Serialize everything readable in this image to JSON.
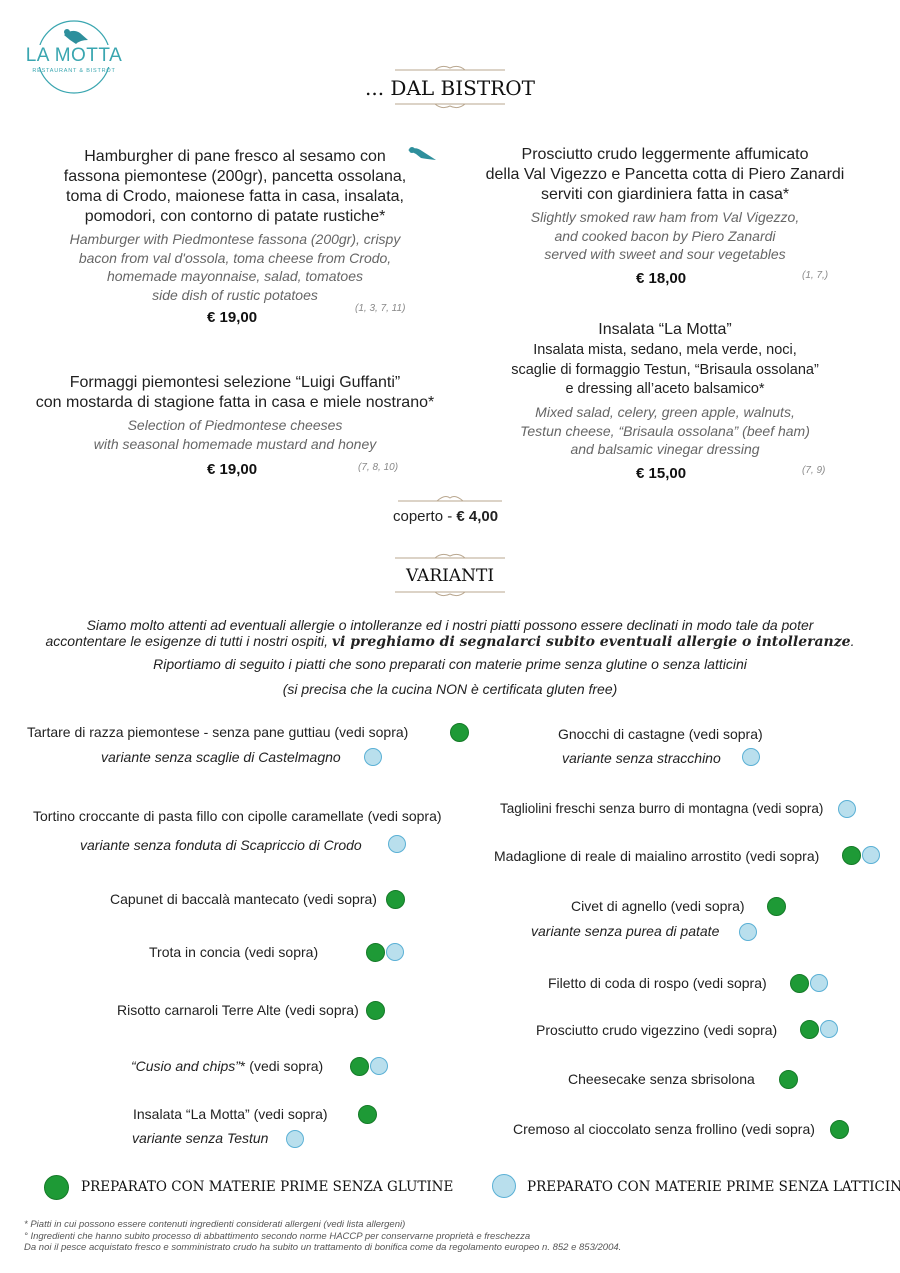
{
  "logo": {
    "name": "LA MOTTA",
    "tagline": "RESTAURANT & BISTROT",
    "color": "#3aa6b0"
  },
  "sections": {
    "bistrot": "... DAL BISTROT",
    "varianti": "VARIANTI"
  },
  "dishes": {
    "hamburger": {
      "title": [
        "Hamburgher di pane fresco al sesamo con",
        "fassona piemontese (200gr), pancetta  ossolana,",
        "toma di Crodo, maionese fatta in casa, insalata,",
        "pomodori, con contorno di patate rustiche*"
      ],
      "english": [
        "Hamburger with Piedmontese fassona (200gr), crispy",
        "bacon from val d'ossola, toma cheese from Crodo,",
        "homemade mayonnaise, salad, tomatoes",
        "side dish of rustic potatoes"
      ],
      "price": "€ 19,00",
      "allergens": "(1, 3, 7, 11)"
    },
    "formaggi": {
      "title": [
        "Formaggi piemontesi selezione “Luigi Guffanti”",
        "con mostarda di stagione fatta in casa e miele nostrano*"
      ],
      "english": [
        "Selection of Piedmontese cheeses",
        "with seasonal homemade mustard and honey"
      ],
      "price": "€ 19,00",
      "allergens": "(7, 8, 10)"
    },
    "prosciutto": {
      "title": [
        "Prosciutto crudo leggermente affumicato",
        "della Val Vigezzo e Pancetta cotta di Piero Zanardi",
        "serviti con giardiniera fatta in casa*"
      ],
      "english": [
        "Slightly smoked raw ham from Val Vigezzo,",
        "and cooked bacon by Piero Zanardi",
        "served with sweet and sour vegetables"
      ],
      "price": "€ 18,00",
      "allergens": "(1, 7,)"
    },
    "insalata": {
      "title": [
        "Insalata “La Motta”",
        "Insalata mista, sedano, mela verde, noci,",
        "scaglie di formaggio Testun, “Brisaula ossolana”",
        "e dressing all’aceto balsamico*"
      ],
      "english": [
        "Mixed salad, celery, green apple, walnuts,",
        "Testun cheese, “Brisaula ossolana” (beef ham)",
        "and balsamic vinegar dressing"
      ],
      "price": "€ 15,00",
      "allergens": "(7, 9)"
    }
  },
  "coperto": {
    "label": "coperto - ",
    "price": "€ 4,00"
  },
  "intro": {
    "line1": "Siamo molto attenti ad eventuali allergie o intolleranze ed i nostri piatti possono essere declinati in modo tale da poter",
    "line2a": "accontentare le esigenze di tutti i nostri ospiti, ",
    "line2b": "vi preghiamo di segnalarci subito eventuali allergie o intolleranze",
    "line2c": ".",
    "line3": "Riportiamo di seguito i piatti che sono preparati con materie prime senza glutine o senza latticini",
    "line4": "(si precisa che la cucina NON è certificata gluten free)"
  },
  "varianti": {
    "left": [
      "Tartare di razza piemontese - senza pane guttiau (vedi sopra)",
      "variante senza scaglie di Castelmagno",
      "Tortino croccante di pasta fillo con cipolle caramellate (vedi sopra)",
      "variante senza fonduta di Scapriccio di Crodo",
      "Capunet di baccalà mantecato (vedi sopra)",
      "Trota in concia (vedi sopra)",
      "Risotto carnaroli Terre Alte  (vedi sopra)",
      "“Cusio and chips”",
      "* (vedi sopra)",
      "Insalata “La Motta” (vedi sopra)",
      "variante senza Testun"
    ],
    "right": [
      "Gnocchi di castagne (vedi sopra)",
      "variante senza stracchino",
      "Tagliolini freschi senza burro di montagna  (vedi sopra)",
      "Madaglione di reale di maialino arrostito (vedi sopra)",
      "Civet di agnello (vedi sopra)",
      "variante senza purea di patate",
      "Filetto di coda di rospo (vedi sopra)",
      "Prosciutto crudo vigezzino (vedi sopra)",
      "Cheesecake senza sbrisolona",
      "Cremoso al cioccolato senza frollino (vedi sopra)"
    ]
  },
  "legend": {
    "gluten_free": "PREPARATO CON MATERIE PRIME SENZA GLUTINE",
    "lactose_free": "PREPARATO CON MATERIE PRIME SENZA LATTICINI",
    "green": "#1e9a36",
    "blue": "#b9dfed"
  },
  "footnotes": [
    "* Piatti in cui possono essere contenuti ingredienti considerati allergeni (vedi lista allergeni)",
    "° Ingredienti che hanno subito processo di abbattimento secondo norme HACCP per conservarne proprietà e freschezza",
    "Da noi il pesce  acquistato fresco e somministrato crudo ha subito un trattamento di bonifica come da regolamento europeo n. 852 e 853/2004."
  ]
}
